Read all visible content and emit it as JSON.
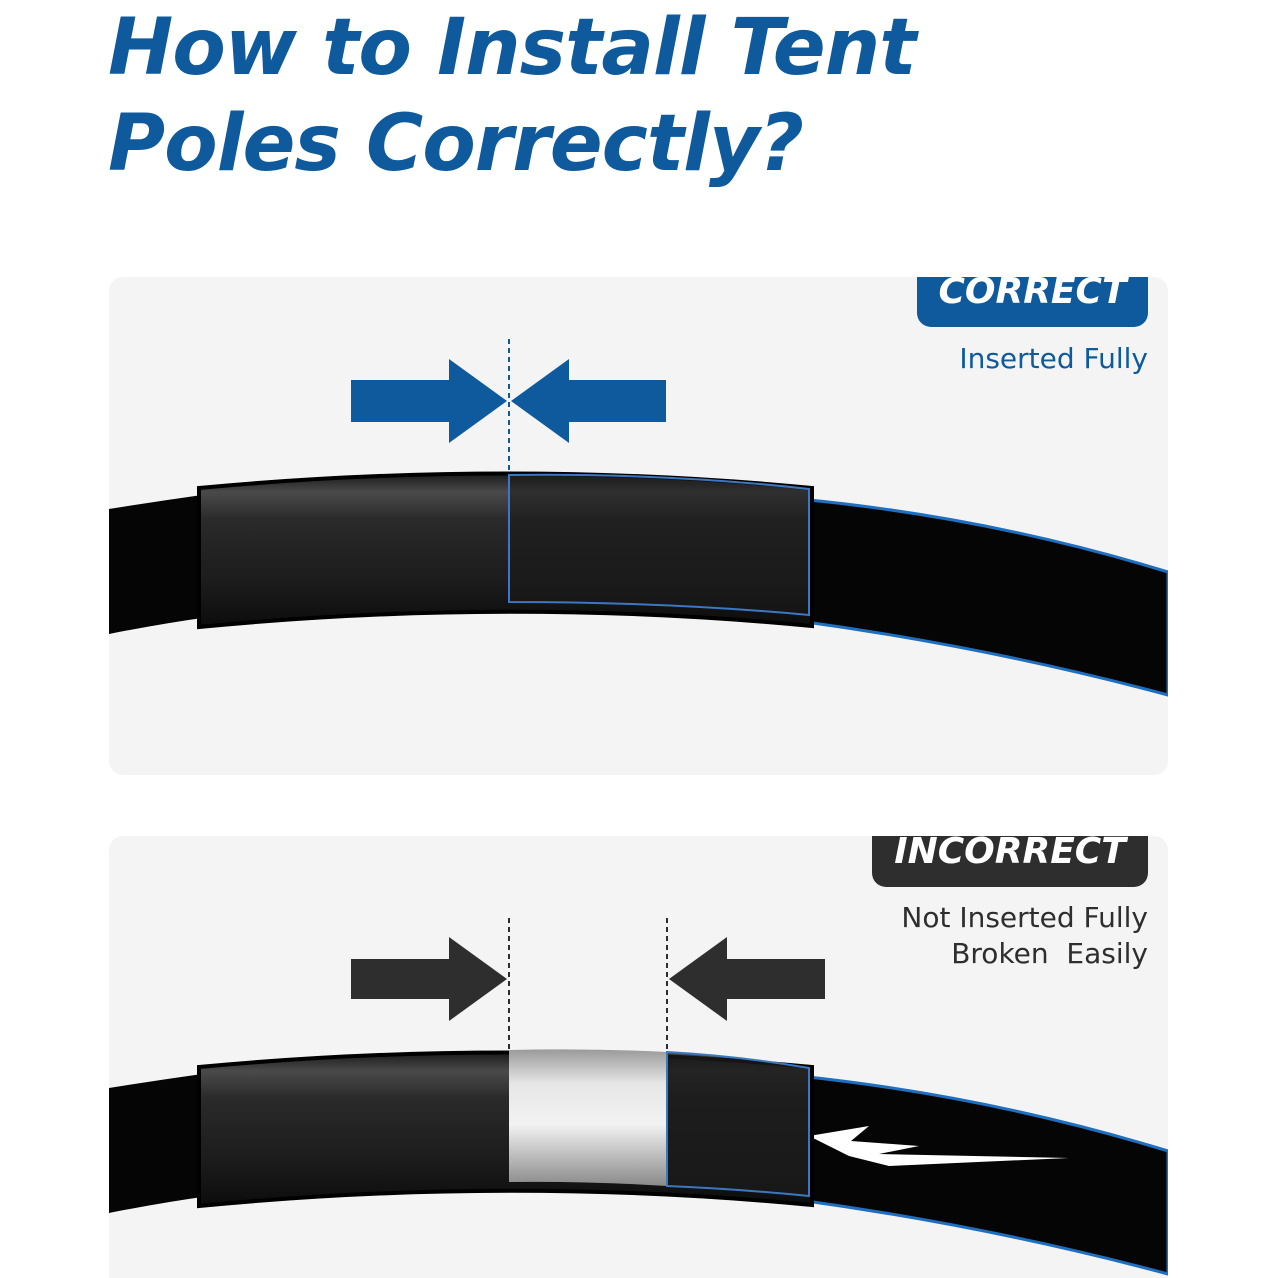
{
  "title": {
    "line1": "How to Install Tent",
    "line2": "Poles Correctly?"
  },
  "correct": {
    "badge": "CORRECT",
    "note_lines": [
      "Inserted Fully"
    ]
  },
  "incorrect": {
    "badge": "INCORRECT",
    "note_lines": [
      "Not Inserted Fully",
      "Broken  Easily"
    ]
  },
  "colors": {
    "brand_blue": "#0e5a9c",
    "dark_gray": "#2e2e2e",
    "panel_bg": "#f4f4f4",
    "pole_black": "#050505"
  }
}
